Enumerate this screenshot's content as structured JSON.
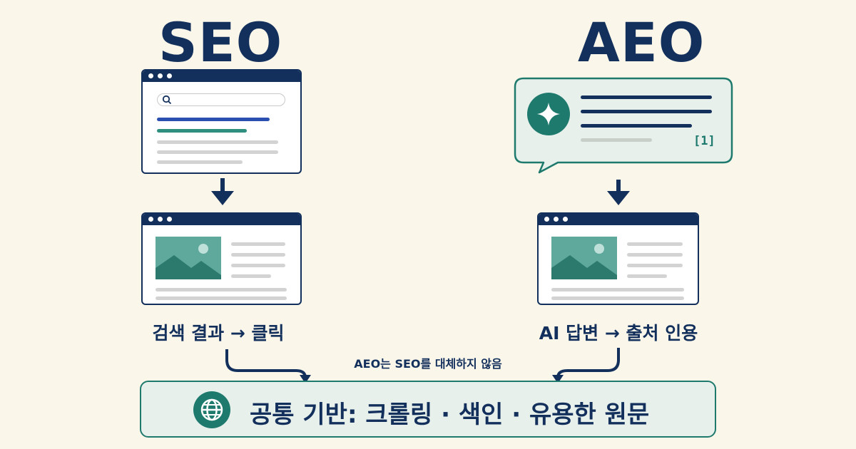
{
  "left": {
    "title": "SEO",
    "caption": "검색 결과 → 클릭"
  },
  "right": {
    "title": "AEO",
    "citation": "[1]",
    "caption": "AI 답변 → 출처 인용"
  },
  "note": "AEO는 SEO를 대체하지 않음",
  "foundation": {
    "text": "공통 기반: 크롤링 · 색인 · 유용한 원문",
    "icon": "globe-icon"
  },
  "colors": {
    "navy": "#13305c",
    "teal": "#1f7a6e",
    "blue": "#2a4fb0",
    "background": "#faf6ea",
    "foundation_fill": "#e8f0ec"
  }
}
